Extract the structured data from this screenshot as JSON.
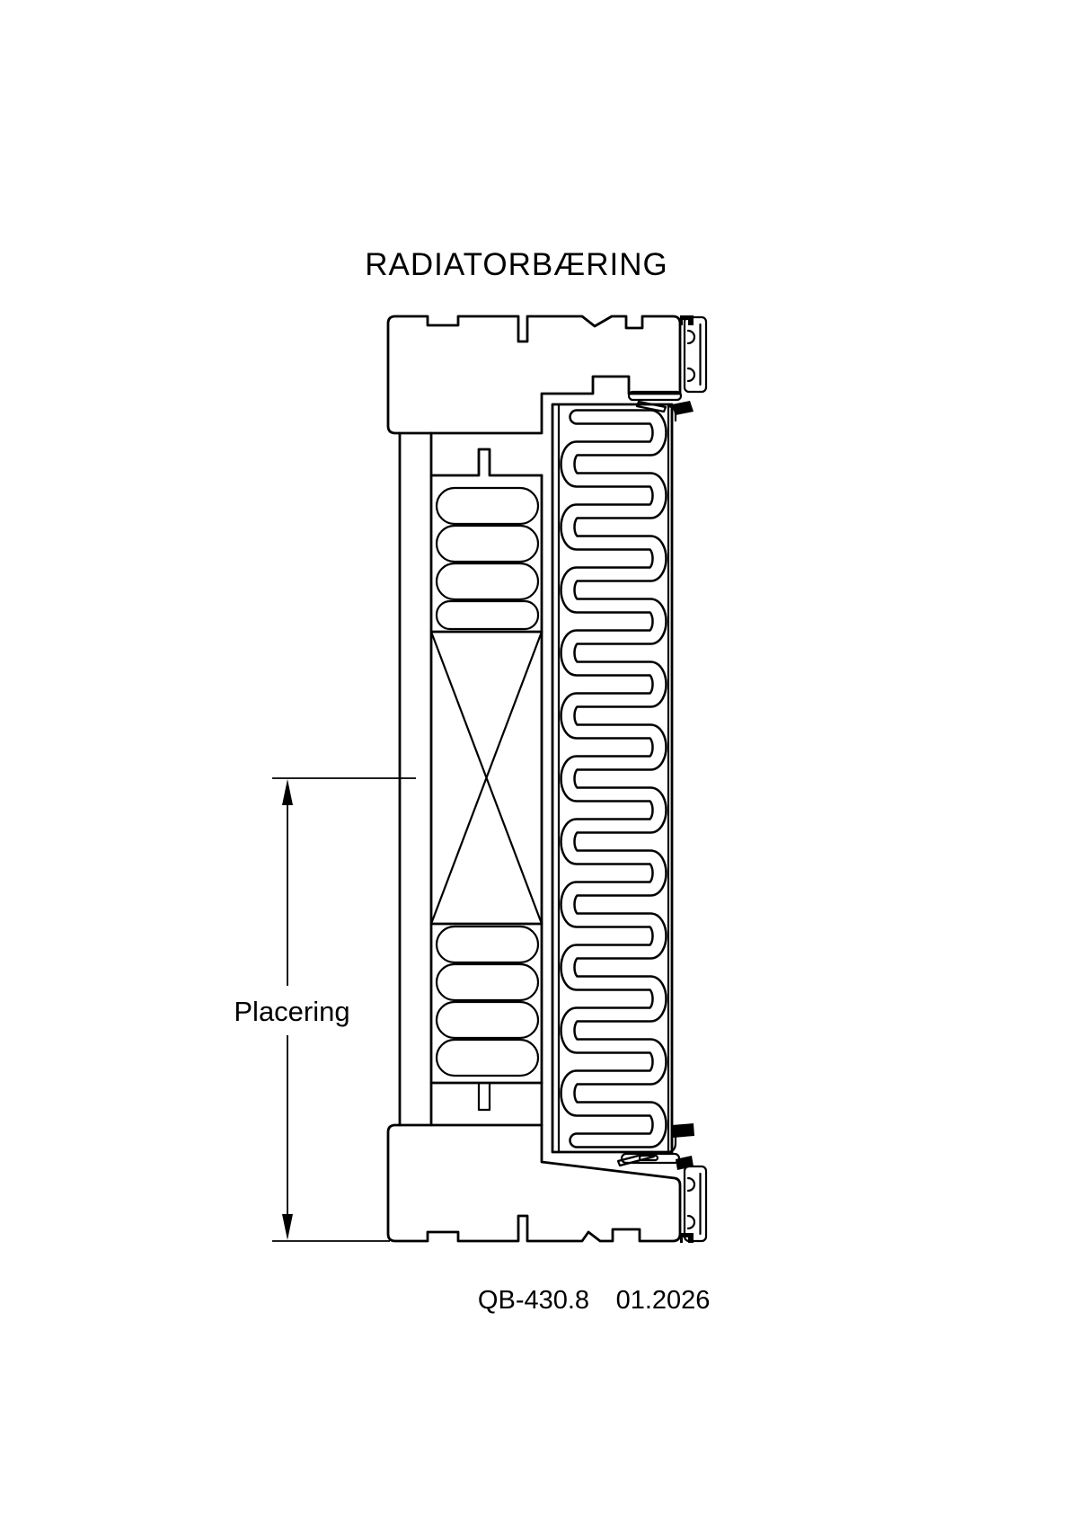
{
  "page": {
    "background": "#ffffff",
    "ink": "#000000"
  },
  "title": "RADIATORBÆRING",
  "drawing": {
    "dimension_label": "Placering"
  },
  "footer": {
    "doc_number": "QB-430.8",
    "date": "01.2026"
  }
}
